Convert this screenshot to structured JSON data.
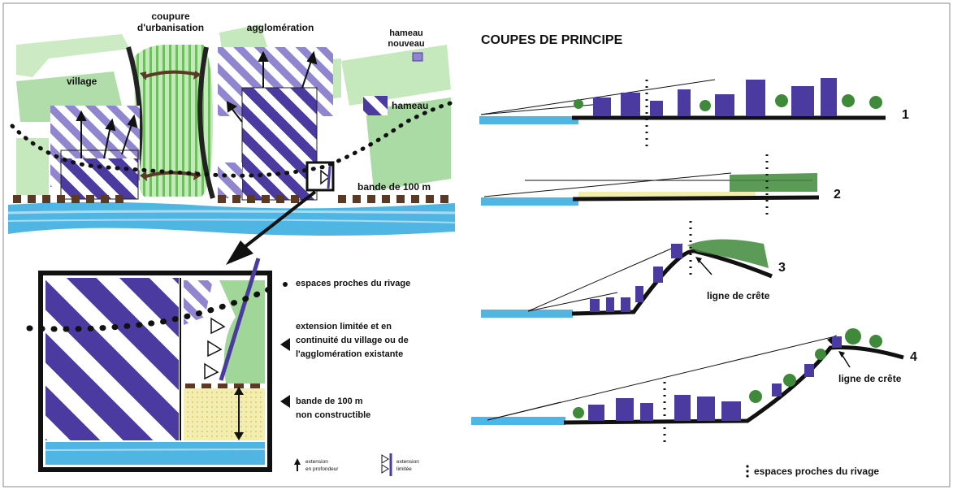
{
  "plan_labels": {
    "coupure_line1": "coupure",
    "coupure_line2": "d'urbanisation",
    "agglomeration": "agglomération",
    "hameau_nouveau_line1": "hameau",
    "hameau_nouveau_line2": "nouveau",
    "village": "village",
    "hameau": "hameau",
    "bande": "bande de 100 m"
  },
  "detail_labels": {
    "espaces_proches": "espaces proches du rivage",
    "extension_line1": "extension limitée et en",
    "extension_line2": "continuité du village ou de",
    "extension_line3": "l'agglomération existante",
    "bande_line1": "bande de 100 m",
    "bande_line2": "non constructible"
  },
  "legend": {
    "extension_profondeur_line1": "extension",
    "extension_profondeur_line2": "en profondeur",
    "extension_limitee_line1": "extension",
    "extension_limitee_line2": "limitée",
    "espaces_proches": "espaces proches du rivage"
  },
  "sections": {
    "title": "COUPES DE PRINCIPE",
    "numbers": [
      "1",
      "2",
      "3",
      "4"
    ],
    "ligne_crete_3": "ligne de crête",
    "ligne_crete_4": "ligne de crête"
  },
  "colors": {
    "sea": "#4fb6e3",
    "sea_light": "#a9dcf3",
    "green": "#8fcf86",
    "green_light": "#c6e8bd",
    "urban": "#4b3aa0",
    "urban_light": "#8f86cf",
    "sand": "#f3eeb0",
    "ground": "#111111",
    "brown": "#5a3a24"
  }
}
